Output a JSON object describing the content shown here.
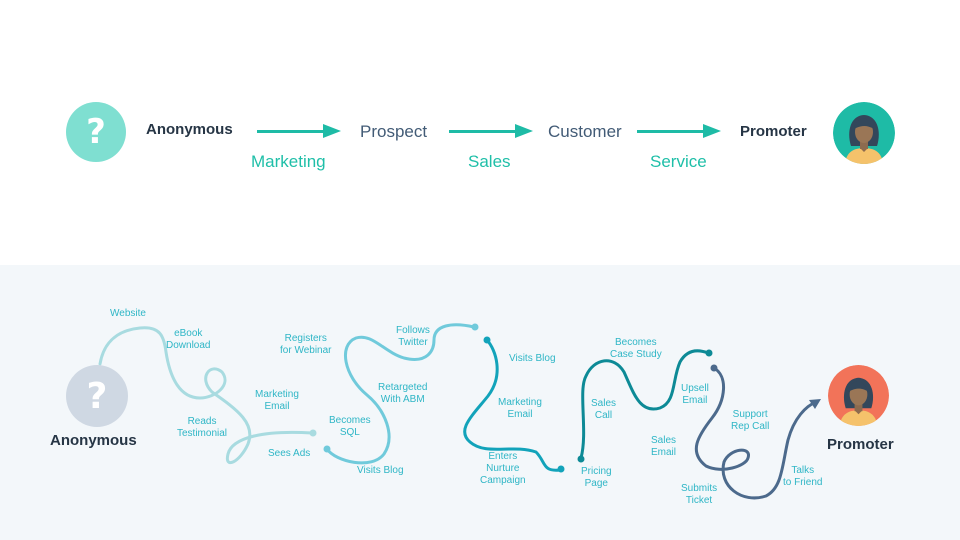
{
  "top_flow": {
    "start": {
      "label": "Anonymous",
      "icon": "question-mark-icon",
      "icon_glyph": "?",
      "color": "#7fdfd1"
    },
    "stages": [
      {
        "label": "Prospect"
      },
      {
        "label": "Customer"
      }
    ],
    "end": {
      "label": "Promoter",
      "icon": "person-avatar-icon",
      "color": "#1ebba6"
    },
    "transitions": [
      {
        "label": "Marketing"
      },
      {
        "label": "Sales"
      },
      {
        "label": "Service"
      }
    ],
    "accent_color": "#1ebba6"
  },
  "journey": {
    "start": {
      "label": "Anonymous",
      "icon": "question-mark-icon",
      "icon_glyph": "?",
      "color": "#cfd8e3"
    },
    "end": {
      "label": "Promoter",
      "icon": "person-avatar-icon",
      "color": "#f27359"
    },
    "segment_colors": [
      "#a8dbe0",
      "#70cadb",
      "#12a3ba",
      "#0d8a96",
      "#4c6a8c"
    ],
    "touchpoints": [
      {
        "lines": [
          "Website"
        ]
      },
      {
        "lines": [
          "eBook",
          "Download"
        ]
      },
      {
        "lines": [
          "Reads",
          "Testimonial"
        ]
      },
      {
        "lines": [
          "Marketing",
          "Email"
        ]
      },
      {
        "lines": [
          "Sees Ads"
        ]
      },
      {
        "lines": [
          "Registers",
          "for Webinar"
        ]
      },
      {
        "lines": [
          "Becomes",
          "SQL"
        ]
      },
      {
        "lines": [
          "Visits Blog"
        ]
      },
      {
        "lines": [
          "Retargeted",
          "With ABM"
        ]
      },
      {
        "lines": [
          "Follows",
          "Twitter"
        ]
      },
      {
        "lines": [
          "Visits Blog"
        ]
      },
      {
        "lines": [
          "Marketing",
          "Email"
        ]
      },
      {
        "lines": [
          "Enters",
          "Nurture",
          "Campaign"
        ]
      },
      {
        "lines": [
          "Pricing",
          "Page"
        ]
      },
      {
        "lines": [
          "Sales",
          "Call"
        ]
      },
      {
        "lines": [
          "Becomes",
          "Case Study"
        ]
      },
      {
        "lines": [
          "Upsell",
          "Email"
        ]
      },
      {
        "lines": [
          "Sales",
          "Email"
        ]
      },
      {
        "lines": [
          "Submits",
          "Ticket"
        ]
      },
      {
        "lines": [
          "Support",
          "Rep Call"
        ]
      },
      {
        "lines": [
          "Talks",
          "to Friend"
        ]
      }
    ]
  }
}
